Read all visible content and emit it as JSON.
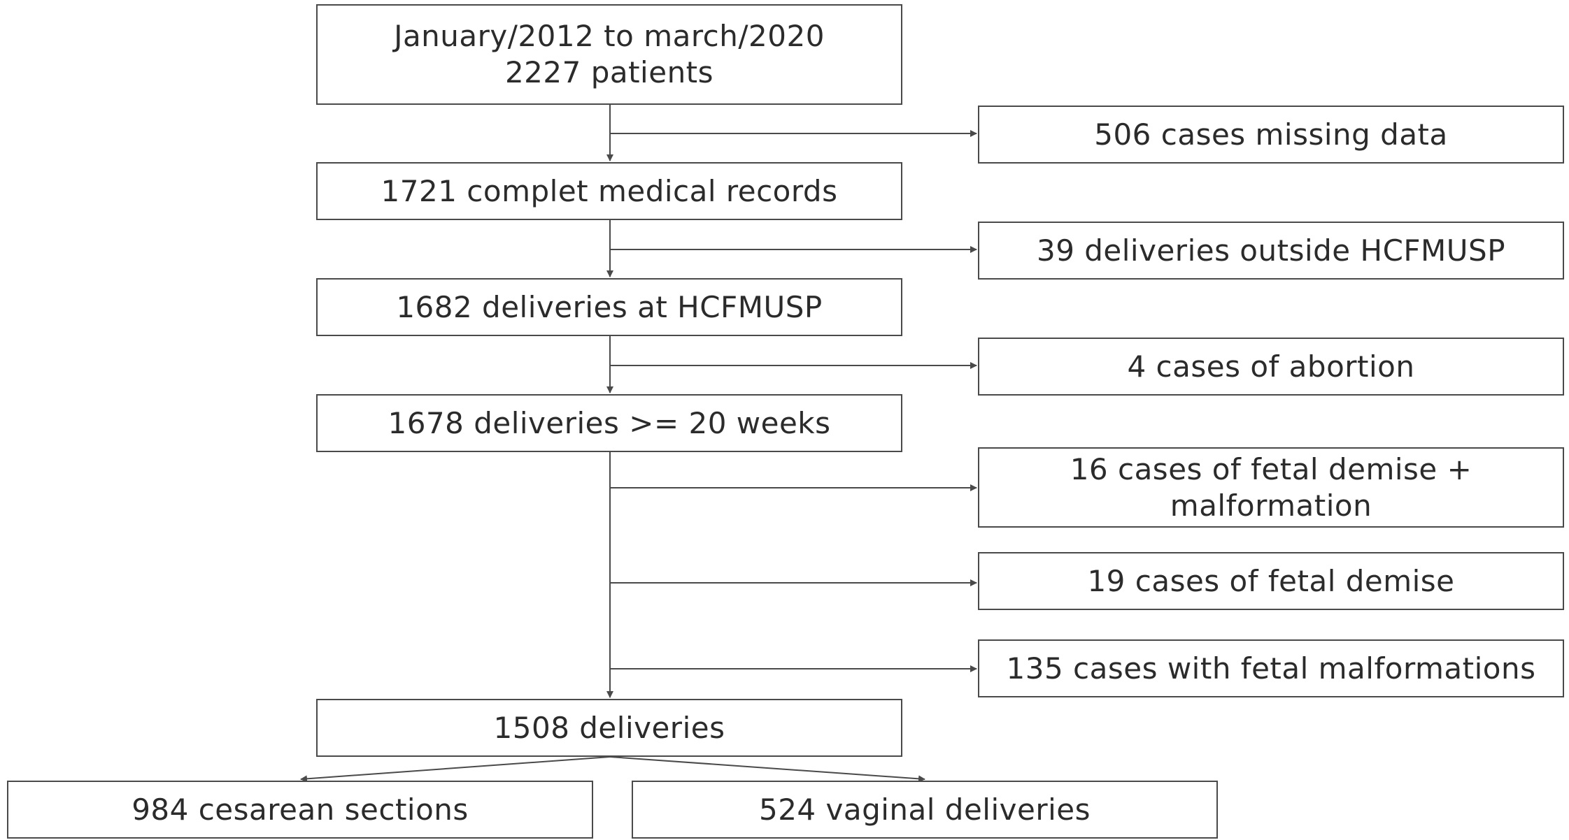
{
  "flow": {
    "start": {
      "line1": "January/2012 to march/2020",
      "line2": "2227 patients"
    },
    "records": "1721 complet medical records",
    "hcfmusp": "1682 deliveries at HCFMUSP",
    "weeks20": "1678 deliveries >= 20 weeks",
    "final": "1508 deliveries"
  },
  "exclusions": {
    "missing": "506 cases missing data",
    "outside": "39 deliveries outside HCFMUSP",
    "abortion": "4 cases of abortion",
    "demise_malformation": {
      "line1": "16 cases of fetal demise +",
      "line2": "malformation"
    },
    "demise": "19 cases of fetal demise",
    "malformations": "135 cases with fetal malformations"
  },
  "outcomes": {
    "cesarean": "984 cesarean sections",
    "vaginal": "524 vaginal deliveries"
  },
  "colors": {
    "line": "#4a4a4a",
    "text": "#2b2b2b",
    "background": "#ffffff"
  }
}
